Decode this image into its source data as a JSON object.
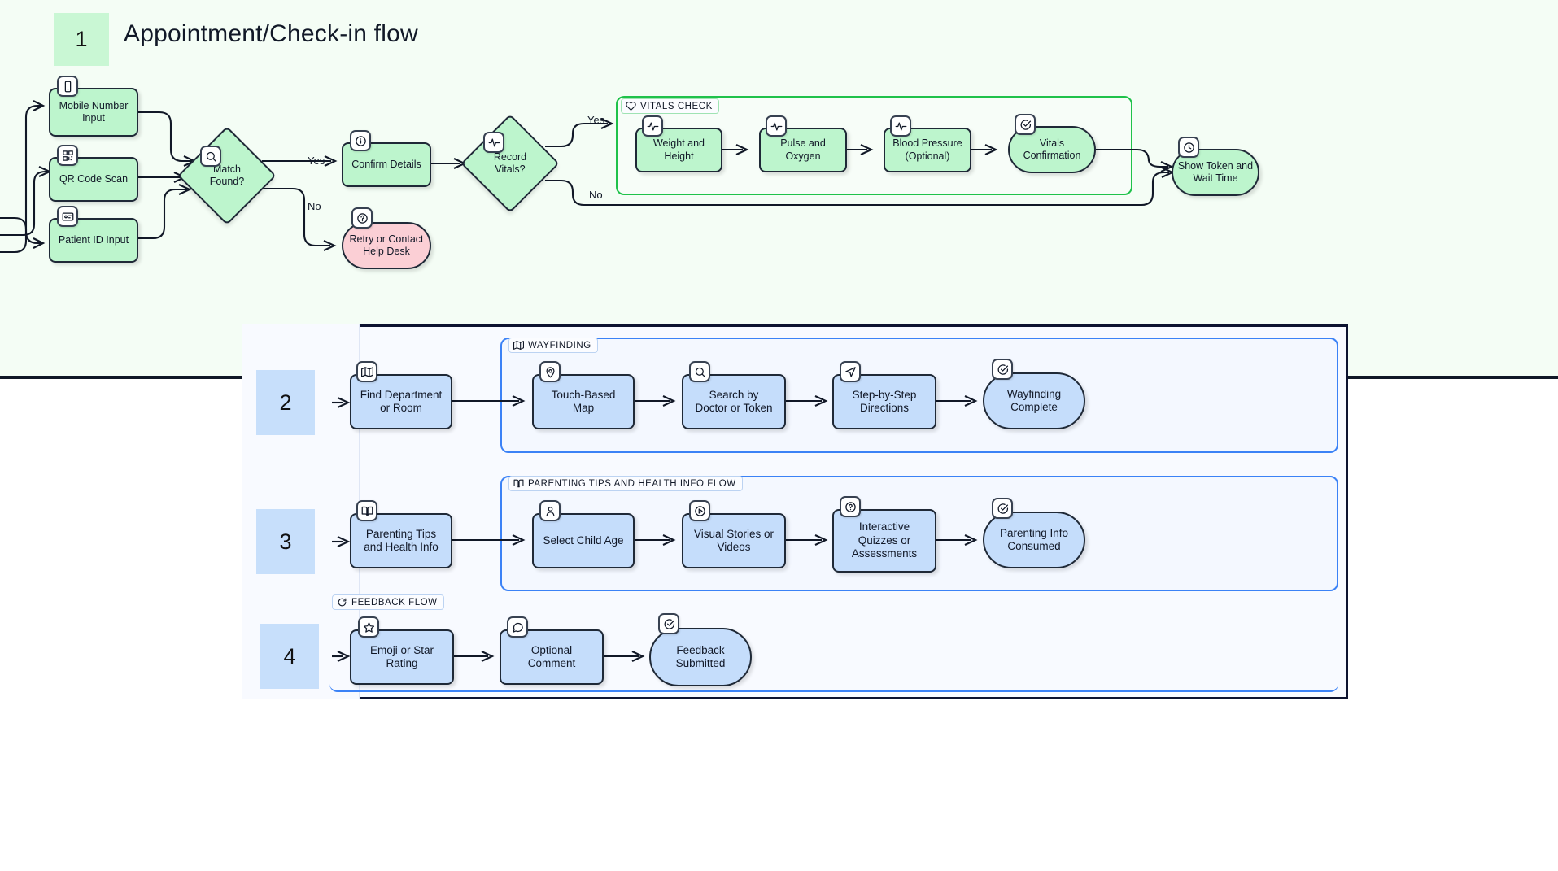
{
  "sections": [
    {
      "number": "1",
      "title": "Appointment/Check-in flow",
      "accent": "#bdf5cd",
      "cluster": {
        "label": "VITALS CHECK",
        "icon": "heart-icon",
        "color": "#1fc24a"
      },
      "nodes": [
        {
          "id": "mobile-number-input",
          "label": "Mobile Number\nInput",
          "icon": "phone-icon",
          "shape": "rect",
          "fill": "#bdf5cd"
        },
        {
          "id": "qr-code-scan",
          "label": "QR Code Scan",
          "icon": "qrcode-icon",
          "shape": "rect",
          "fill": "#bdf5cd"
        },
        {
          "id": "patient-id-input",
          "label": "Patient ID Input",
          "icon": "id-card-icon",
          "shape": "rect",
          "fill": "#bdf5cd"
        },
        {
          "id": "match-found",
          "label": "Match\nFound?",
          "icon": "search-icon",
          "shape": "diamond",
          "fill": "#bdf5cd"
        },
        {
          "id": "confirm-details",
          "label": "Confirm Details",
          "icon": "info-icon",
          "shape": "rect",
          "fill": "#bdf5cd"
        },
        {
          "id": "retry-or-contact-help-desk",
          "label": "Retry or Contact\nHelp Desk",
          "icon": "question-icon",
          "shape": "round",
          "fill": "#fbcfd5"
        },
        {
          "id": "record-vitals",
          "label": "Record\nVitals?",
          "icon": "pulse-icon",
          "shape": "diamond",
          "fill": "#bdf5cd"
        },
        {
          "id": "weight-and-height",
          "label": "Weight and\nHeight",
          "icon": "pulse-icon",
          "shape": "rect",
          "fill": "#bdf5cd"
        },
        {
          "id": "pulse-and-oxygen",
          "label": "Pulse and\nOxygen",
          "icon": "pulse-icon",
          "shape": "rect",
          "fill": "#bdf5cd"
        },
        {
          "id": "blood-pressure-optional",
          "label": "Blood Pressure\n(Optional)",
          "icon": "pulse-icon",
          "shape": "rect",
          "fill": "#bdf5cd"
        },
        {
          "id": "vitals-confirmation",
          "label": "Vitals\nConfirmation",
          "icon": "check-circle-icon",
          "shape": "round",
          "fill": "#bdf5cd"
        },
        {
          "id": "show-token-and-wait-time",
          "label": "Show Token and\nWait Time",
          "icon": "clock-icon",
          "shape": "round",
          "fill": "#bdf5cd"
        }
      ],
      "edge_labels": [
        {
          "id": "match-yes",
          "text": "Yes"
        },
        {
          "id": "match-no",
          "text": "No"
        },
        {
          "id": "vitals-yes",
          "text": "Yes"
        },
        {
          "id": "vitals-no",
          "text": "No"
        }
      ]
    },
    {
      "number": "2",
      "title": "",
      "accent": "#c5ddfb",
      "cluster": {
        "label": "WAYFINDING",
        "icon": "map-icon",
        "color": "#3b82f6"
      },
      "nodes": [
        {
          "id": "find-department-or-room",
          "label": "Find Department\nor Room",
          "icon": "map-icon",
          "shape": "rect",
          "fill": "#c5ddfb"
        },
        {
          "id": "touch-based-map",
          "label": "Touch-Based\nMap",
          "icon": "map-pin-icon",
          "shape": "rect",
          "fill": "#c5ddfb"
        },
        {
          "id": "search-by-doctor-or-token",
          "label": "Search by\nDoctor or Token",
          "icon": "search-icon",
          "shape": "rect",
          "fill": "#c5ddfb"
        },
        {
          "id": "step-by-step-directions",
          "label": "Step-by-Step\nDirections",
          "icon": "navigation-icon",
          "shape": "rect",
          "fill": "#c5ddfb"
        },
        {
          "id": "wayfinding-complete",
          "label": "Wayfinding\nComplete",
          "icon": "check-circle-icon",
          "shape": "round",
          "fill": "#c5ddfb"
        }
      ]
    },
    {
      "number": "3",
      "title": "",
      "accent": "#c5ddfb",
      "cluster": {
        "label": "PARENTING TIPS AND HEALTH INFO FLOW",
        "icon": "book-icon",
        "color": "#3b82f6"
      },
      "nodes": [
        {
          "id": "parenting-tips-and-health-info",
          "label": "Parenting Tips\nand Health Info",
          "icon": "book-icon",
          "shape": "rect",
          "fill": "#c5ddfb"
        },
        {
          "id": "select-child-age",
          "label": "Select Child Age",
          "icon": "user-icon",
          "shape": "rect",
          "fill": "#c5ddfb"
        },
        {
          "id": "visual-stories-or-videos",
          "label": "Visual Stories or\nVideos",
          "icon": "play-circle-icon",
          "shape": "rect",
          "fill": "#c5ddfb"
        },
        {
          "id": "interactive-quizzes-or-assessments",
          "label": "Interactive\nQuizzes or\nAssessments",
          "icon": "question-icon",
          "shape": "rect",
          "fill": "#c5ddfb"
        },
        {
          "id": "parenting-info-consumed",
          "label": "Parenting Info\nConsumed",
          "icon": "check-circle-icon",
          "shape": "round",
          "fill": "#c5ddfb"
        }
      ]
    },
    {
      "number": "4",
      "title": "",
      "accent": "#c5ddfb",
      "cluster": {
        "label": "FEEDBACK FLOW",
        "icon": "refresh-icon",
        "color": "#3b82f6"
      },
      "nodes": [
        {
          "id": "emoji-or-star-rating",
          "label": "Emoji or Star\nRating",
          "icon": "star-icon",
          "shape": "rect",
          "fill": "#c5ddfb"
        },
        {
          "id": "optional-comment",
          "label": "Optional\nComment",
          "icon": "comment-icon",
          "shape": "rect",
          "fill": "#c5ddfb"
        },
        {
          "id": "feedback-submitted",
          "label": "Feedback\nSubmitted",
          "icon": "check-circle-icon",
          "shape": "round",
          "fill": "#c5ddfb"
        }
      ]
    }
  ]
}
